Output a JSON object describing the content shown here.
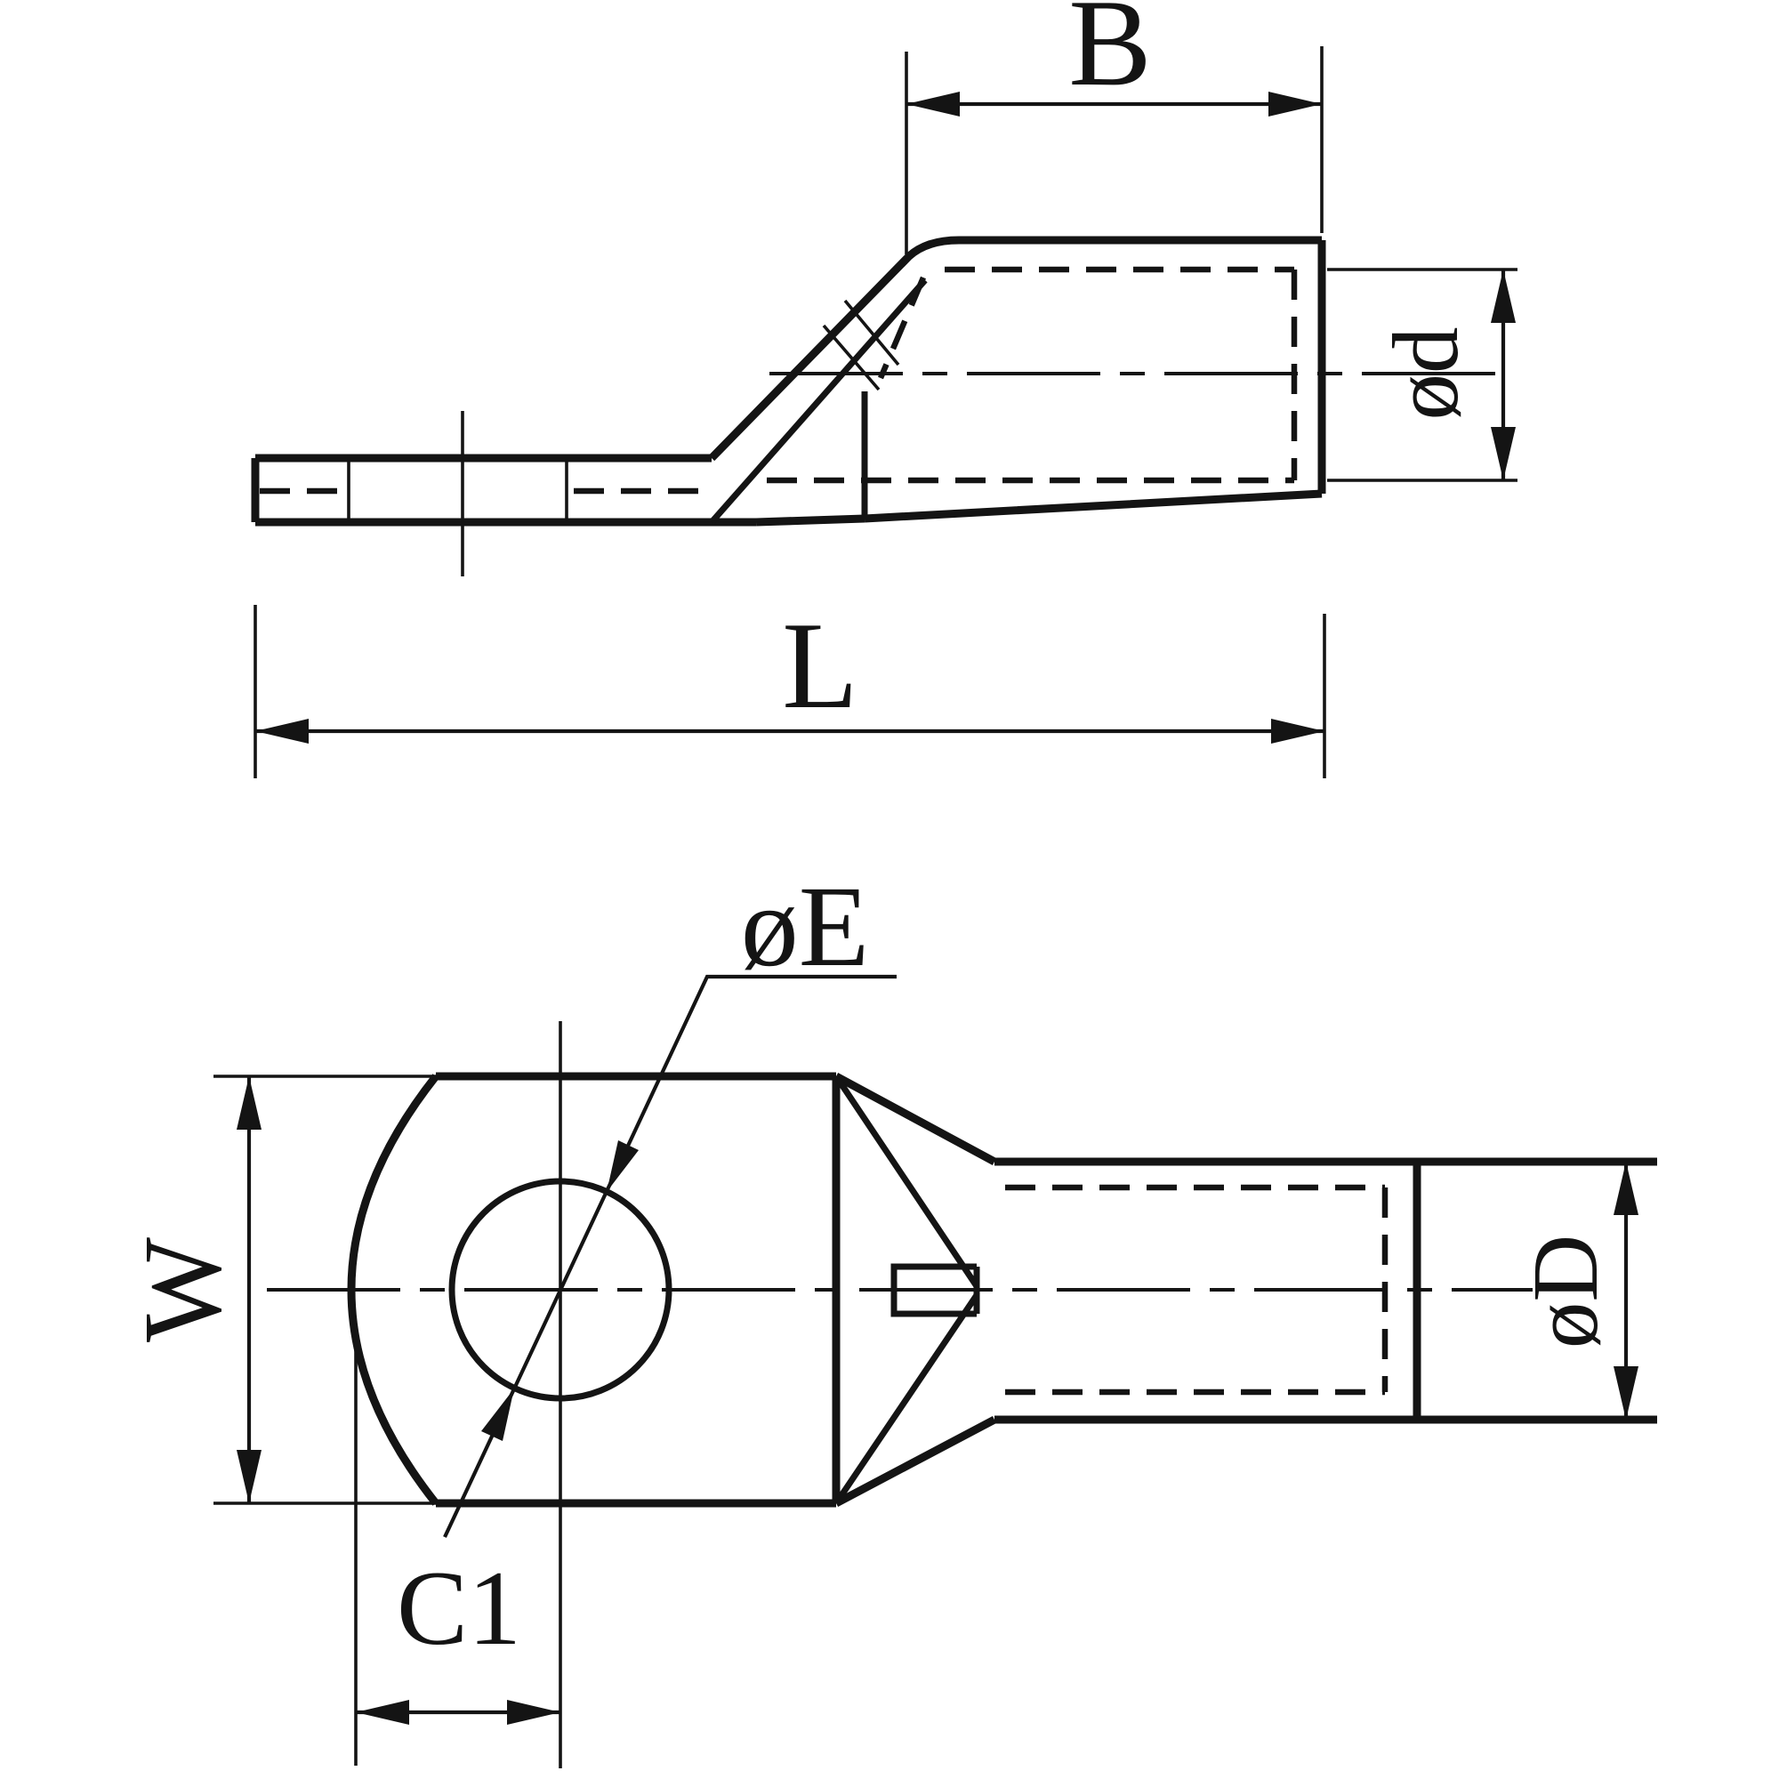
{
  "page": {
    "background_color": "#ffffff",
    "line_color": "#141414",
    "description": "Two-view engineering line drawing of a tubular cable lug (ring terminal)"
  },
  "drawing": {
    "views": [
      {
        "id": "side-view",
        "description": "side elevation of lug: flat palm, bent neck, crimp barrel with hidden bore"
      },
      {
        "id": "plan-view",
        "description": "top view of lug: palm with stud hole, cone transition, barrel"
      }
    ],
    "dimension_labels": {
      "barrel_length": "B",
      "bore_diameter": "ød",
      "overall_length": "L",
      "stud_hole_diameter": "øE",
      "palm_width": "W",
      "hole_center_to_palm_end": "C1",
      "barrel_outer_diameter": "øD"
    }
  }
}
